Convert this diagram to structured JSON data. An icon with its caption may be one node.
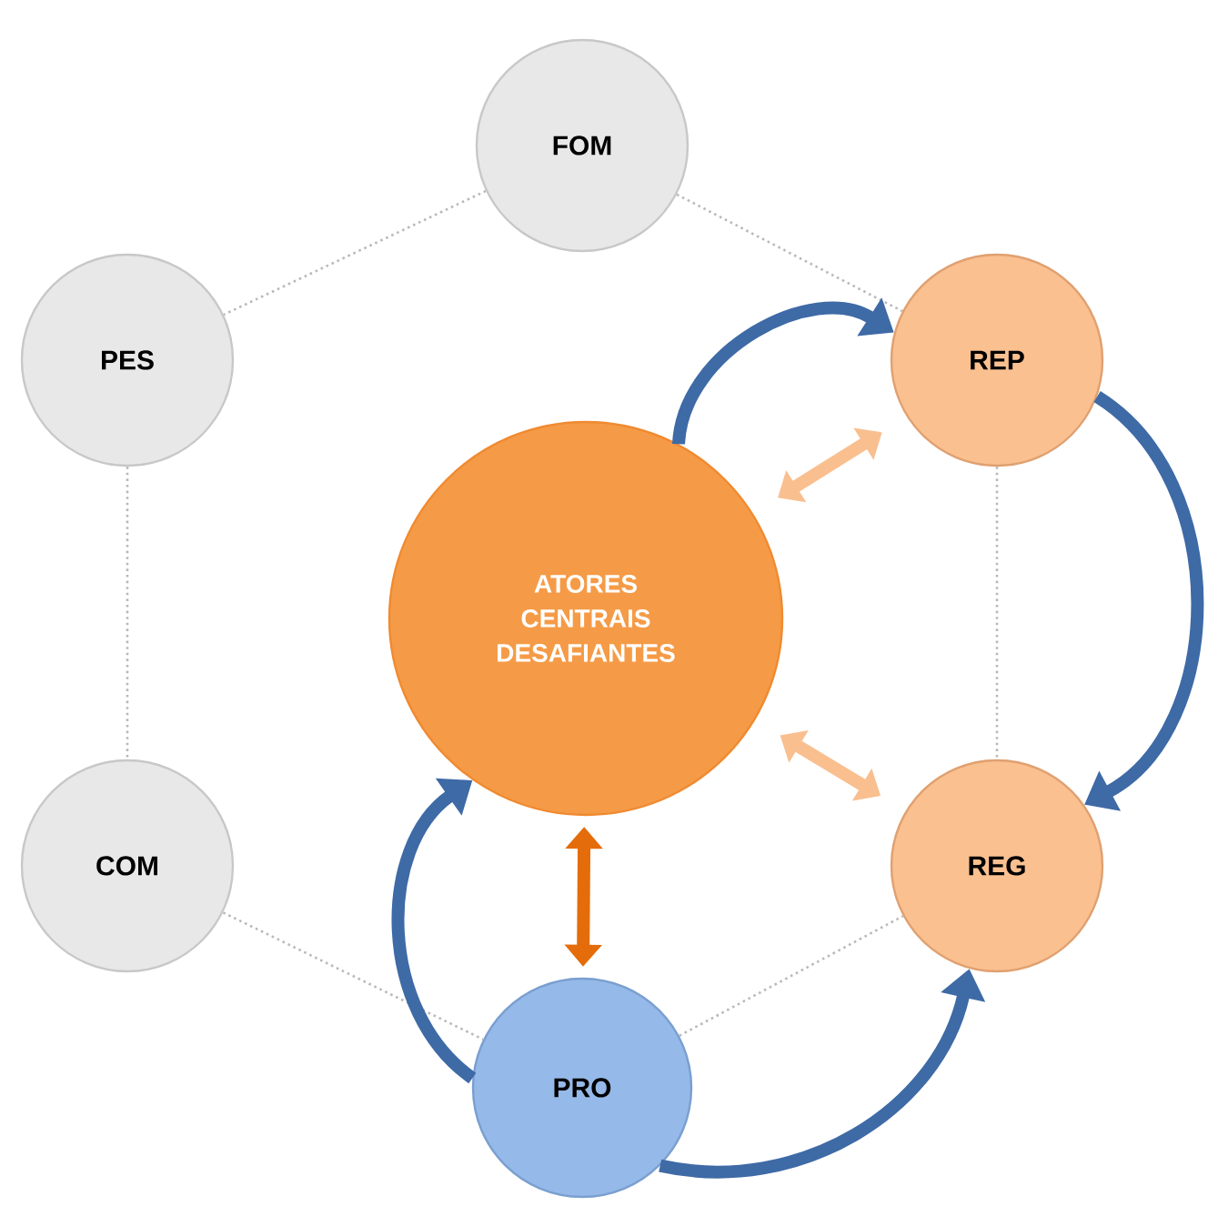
{
  "diagram": {
    "nodes": [
      {
        "text": [
          "FOM"
        ]
      },
      {
        "text": [
          "PES"
        ]
      },
      {
        "text": [
          "REP"
        ]
      },
      {
        "text": [
          "ATORES CENTRAIS DESAFIANTES"
        ]
      },
      {
        "text": [
          "COM"
        ]
      },
      {
        "text": [
          "REG"
        ]
      },
      {
        "text": [
          "PRO"
        ]
      }
    ],
    "edges": [
      {
        "from": 0,
        "to": 1,
        "arrow": "none",
        "style": "dashed"
      },
      {
        "from": 0,
        "to": 2,
        "arrow": "none",
        "style": "dashed"
      },
      {
        "from": 1,
        "to": 4,
        "arrow": "none",
        "style": "dashed"
      },
      {
        "from": 2,
        "to": 5,
        "arrow": "none",
        "style": "dashed"
      },
      {
        "from": 4,
        "to": 6,
        "arrow": "none",
        "style": "dashed"
      },
      {
        "from": 6,
        "to": 5,
        "arrow": "none",
        "style": "dashed"
      },
      {
        "from": 3,
        "to": 2,
        "arrow": "to",
        "color": "#3e6aa6"
      },
      {
        "from": 2,
        "to": 5,
        "arrow": "to",
        "color": "#3e6aa6"
      },
      {
        "from": 6,
        "to": 5,
        "arrow": "to",
        "color": "#3e6aa6"
      },
      {
        "from": 6,
        "to": 3,
        "arrow": "to",
        "color": "#3e6aa6"
      },
      {
        "from": 3,
        "to": 2,
        "arrow": "both",
        "color": "#f9bf8f"
      },
      {
        "from": 3,
        "to": 5,
        "arrow": "both",
        "color": "#f9bf8f"
      },
      {
        "from": 3,
        "to": 6,
        "arrow": "both",
        "color": "#e46c0a"
      }
    ]
  }
}
